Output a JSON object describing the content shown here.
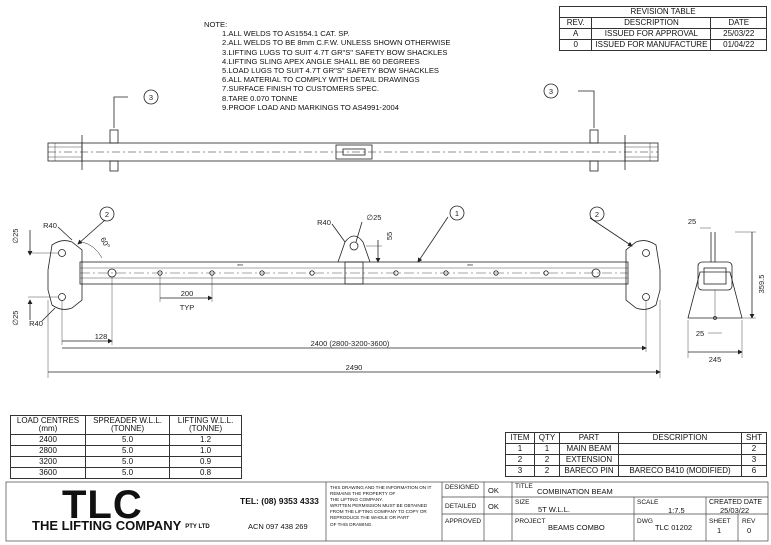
{
  "notes": {
    "heading": "NOTE:",
    "lines": [
      "1.ALL WELDS TO AS1554.1 CAT. SP.",
      "2.ALL WELDS TO BE 8mm C.F.W. UNLESS SHOWN OTHERWISE",
      "3.LIFTING LUGS TO SUIT 4.7T GR\"S\" SAFETY BOW SHACKLES",
      "4.LIFTING SLING APEX ANGLE SHALL BE 60 DEGREES",
      "5.LOAD LUGS TO SUIT 4.7T GR\"S\" SAFETY BOW SHACKLES",
      "6.ALL MATERIAL TO COMPLY WITH DETAIL DRAWINGS",
      "7.SURFACE FINISH TO CUSTOMERS SPEC.",
      "8.TARE 0.070 TONNE",
      "9.PROOF LOAD AND MARKINGS TO AS4991-2004"
    ]
  },
  "revision_table": {
    "title": "REVISION TABLE",
    "headers": [
      "REV.",
      "DESCRIPTION",
      "DATE"
    ],
    "rows": [
      [
        "A",
        "ISSUED FOR APPROVAL",
        "25/03/22"
      ],
      [
        "0",
        "ISSUED FOR MANUFACTURE",
        "01/04/22"
      ]
    ]
  },
  "load_table": {
    "headers": [
      "LOAD CENTRES (mm)",
      "SPREADER W.L.L. (TONNE)",
      "LIFTING W.L.L. (TONNE)"
    ],
    "rows": [
      [
        "2400",
        "5.0",
        "1.2"
      ],
      [
        "2800",
        "5.0",
        "1.0"
      ],
      [
        "3200",
        "5.0",
        "0.9"
      ],
      [
        "3600",
        "5.0",
        "0.8"
      ]
    ]
  },
  "parts_table": {
    "headers": [
      "ITEM",
      "QTY",
      "PART",
      "DESCRIPTION",
      "SHT"
    ],
    "rows": [
      [
        "1",
        "1",
        "MAIN BEAM",
        "",
        "2"
      ],
      [
        "2",
        "2",
        "EXTENSION",
        "",
        "3"
      ],
      [
        "3",
        "2",
        "BARECO PIN",
        "BARECO B410 (MODIFIED)",
        "6"
      ]
    ]
  },
  "dimensions": {
    "r40_top": "R40",
    "r40_bottom": "R40",
    "dia25_left_top": "∅25",
    "dia25_left_bottom": "∅25",
    "dia25_center": "∅25",
    "r40_center": "R40",
    "angle": "60°",
    "h55": "55",
    "pitch": "200",
    "pitch_note": "TYP",
    "d128": "128",
    "centres": "2400 (2800-3200-3600)",
    "overall": "2490",
    "side_25": "25",
    "side_25b": "25",
    "side_height": "359.5",
    "side_width": "245",
    "balloon_1": "1",
    "balloon_2": "2",
    "balloon_3": "3",
    "spacing_marks": "***"
  },
  "title_block": {
    "logo": "TLC",
    "company": "THE LIFTING COMPANY",
    "pty": "PTY LTD",
    "phone": "TEL: (08) 9353 4333",
    "acn": "ACN 097 438 269",
    "disclaimer": [
      "THIS DRAWING AND THE INFORMATION ON IT",
      "REMAINS THE PROPERTY OF",
      "THE LIFTING COMPANY.",
      "WRITTEN PERMISSION MUST BE OBTAINED",
      "FROM THE LIFTING COMPANY TO COPY OR",
      "REPRODUCE THE WHOLE OR PART",
      "OF THIS DRAWING."
    ],
    "designed_label": "DESIGNED",
    "designed_value": "OK",
    "detailed_label": "DETAILED",
    "detailed_value": "OK",
    "approved_label": "APPROVED",
    "title_label": "TITLE",
    "title_value": "COMBINATION BEAM",
    "size_label": "SIZE",
    "size_value": "5T W.L.L.",
    "scale_label": "SCALE",
    "scale_value": "1:7.5",
    "created_label": "CREATED DATE",
    "created_value": "25/03/22",
    "project_label": "PROJECT",
    "project_value": "BEAMS COMBO",
    "dwg_label": "DWG",
    "dwg_value": "TLC 01202",
    "sheet_label": "SHEET",
    "sheet_value": "1",
    "rev_label": "REV",
    "rev_value": "0"
  }
}
